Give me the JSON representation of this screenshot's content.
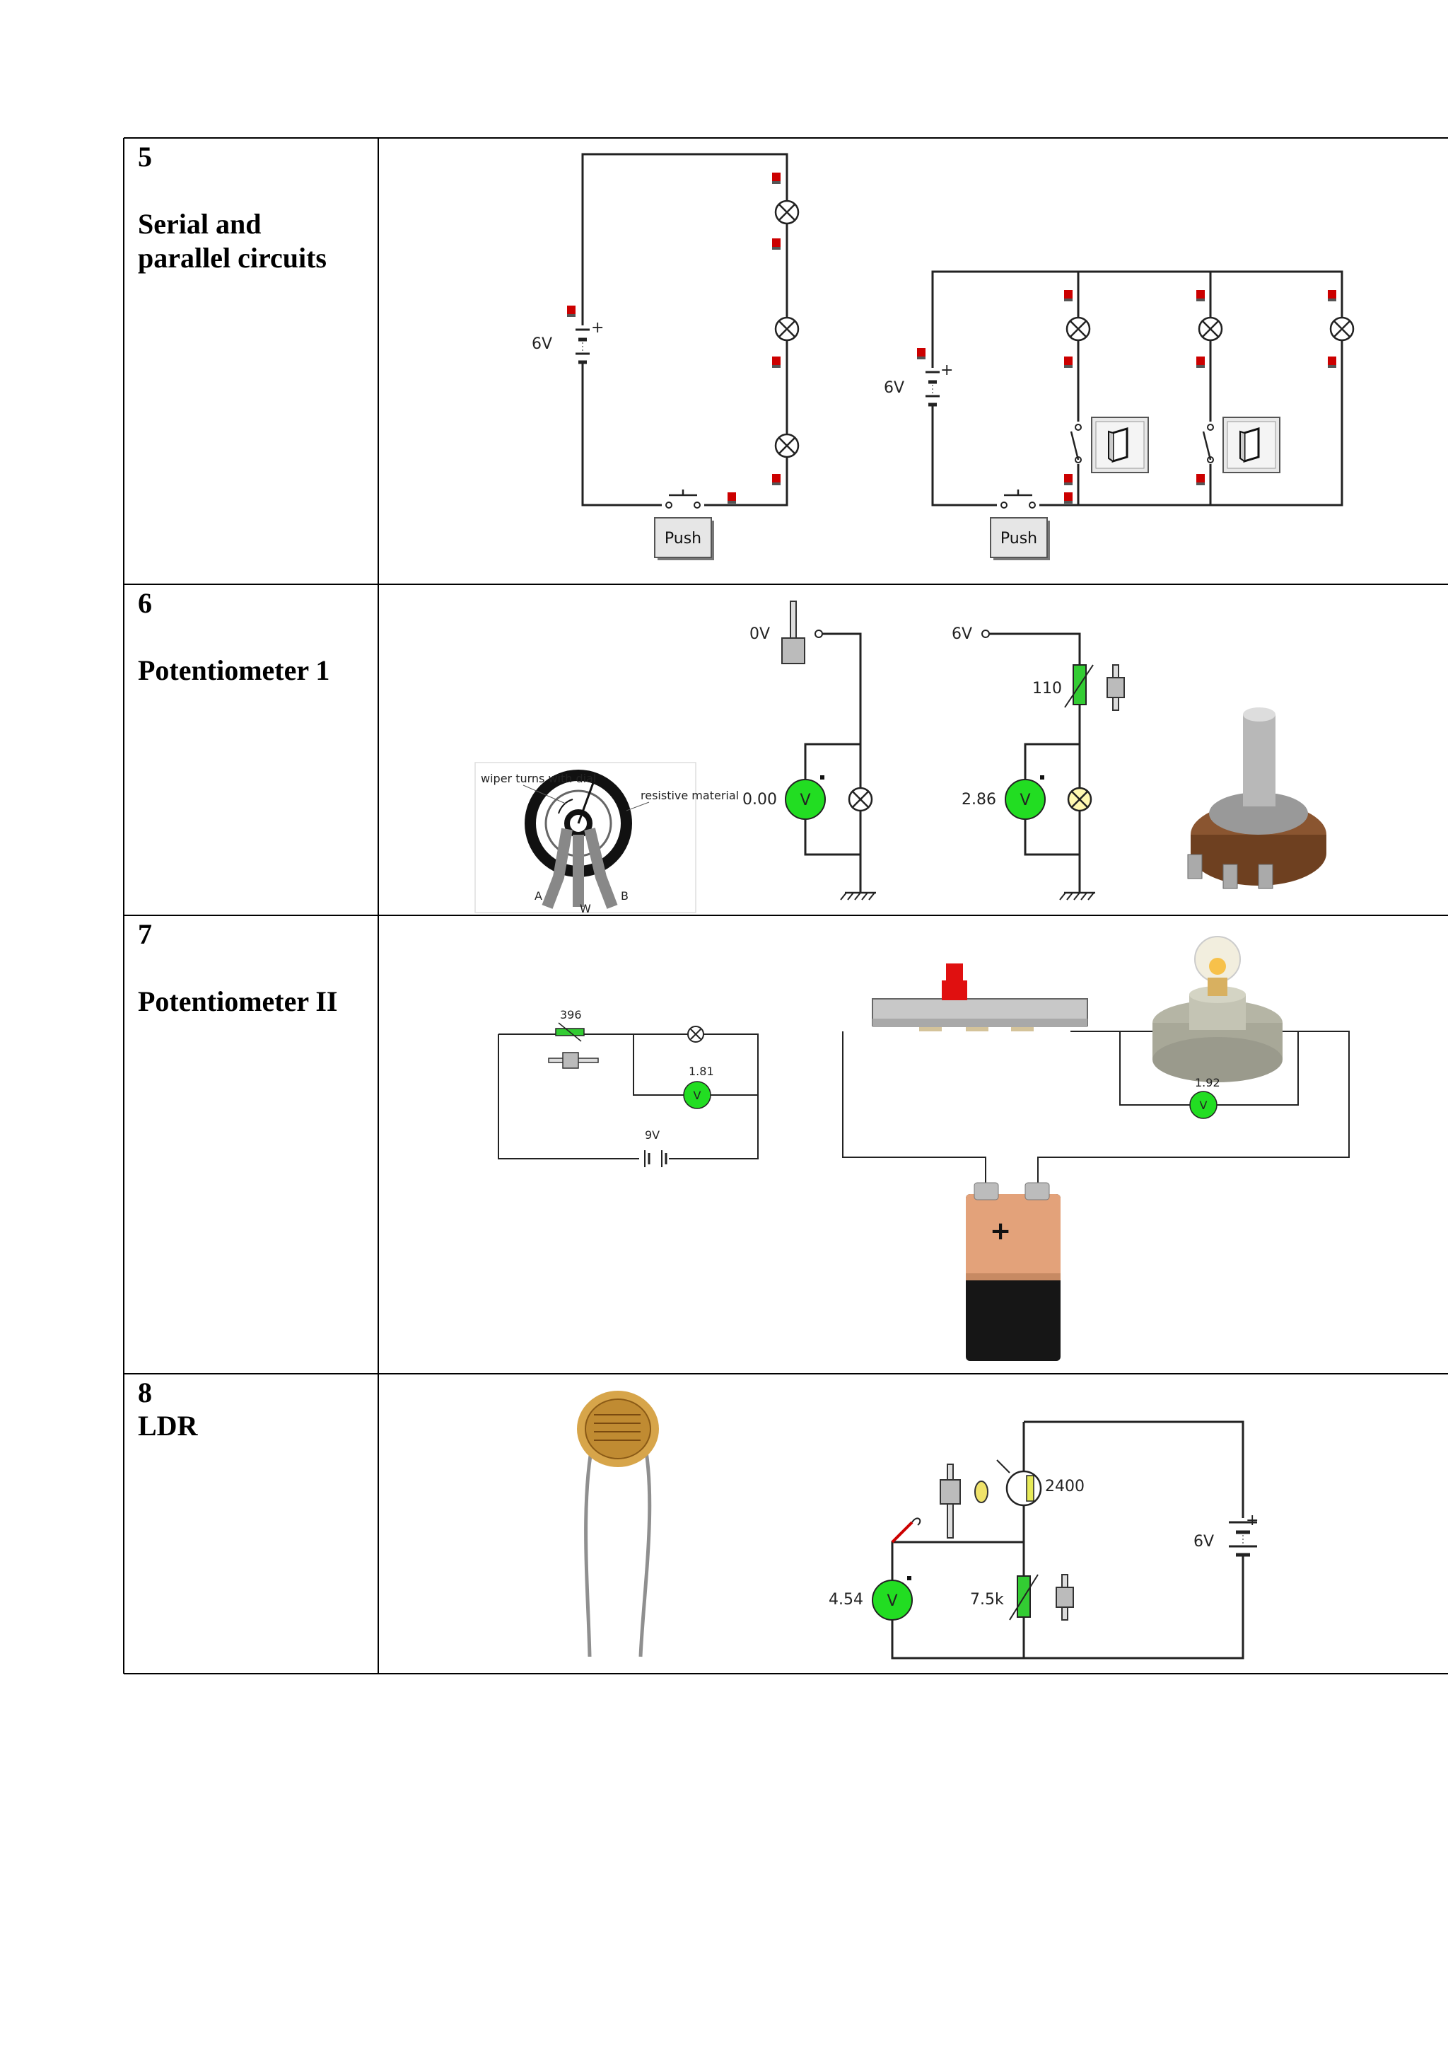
{
  "rows": [
    {
      "number": "5",
      "title_lines": [
        "Serial and",
        "parallel circuits"
      ]
    },
    {
      "number": "6",
      "title_lines": [
        "Potentiometer 1"
      ]
    },
    {
      "number": "7",
      "title_lines": [
        "Potentiometer II"
      ]
    },
    {
      "number": "8",
      "title_lines": [
        "LDR"
      ]
    }
  ],
  "row5": {
    "series": {
      "battery_label": "6V",
      "push_label": "Push"
    },
    "parallel": {
      "battery_label": "6V",
      "push_label": "Push"
    }
  },
  "row6": {
    "diagram": {
      "caption_wiper": "wiper turns with dial",
      "caption_material": "resistive material",
      "term_a": "A",
      "term_w": "W",
      "term_b": "B"
    },
    "circuit1": {
      "source_label": "0V",
      "voltmeter_value": "0.00",
      "voltmeter_symbol": "V"
    },
    "circuit2": {
      "source_label": "6V",
      "pot_value": "110",
      "voltmeter_value": "2.86",
      "voltmeter_symbol": "V"
    }
  },
  "row7": {
    "circuit1": {
      "pot_value": "396",
      "voltmeter_value": "1.81",
      "battery_label": "9V",
      "voltmeter_symbol": "V"
    },
    "circuit2": {
      "voltmeter_value": "1.92",
      "voltmeter_symbol": "V",
      "battery_plus": "+"
    }
  },
  "row8": {
    "circuit": {
      "ldr_value": "2400",
      "battery_label": "6V",
      "voltmeter_value": "4.54",
      "pot_value": "7.5k",
      "voltmeter_symbol": "V"
    }
  },
  "colors": {
    "voltmeter_green": "#22dd22",
    "pot_green": "#33cc33",
    "marker_red": "#cc0000",
    "border": "#000000"
  }
}
